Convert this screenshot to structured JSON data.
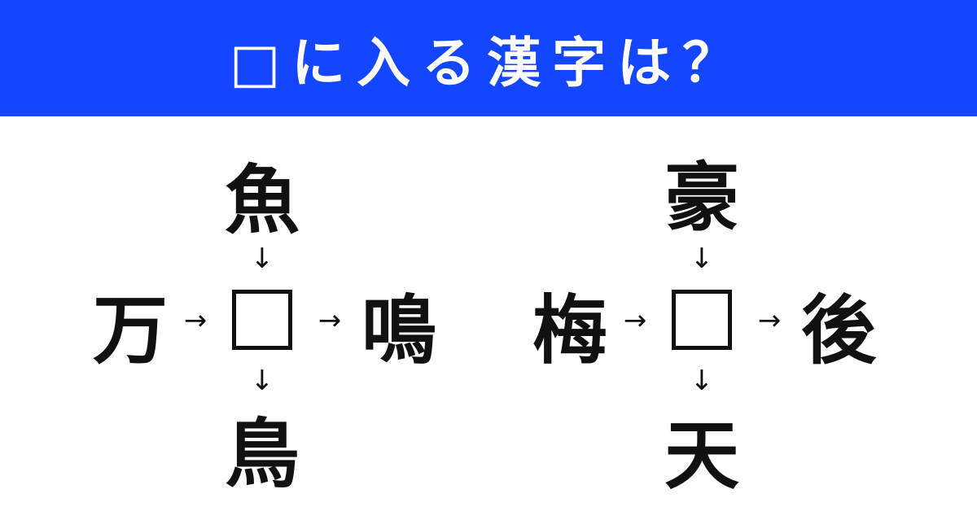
{
  "header": {
    "title": "□に入る漢字は？"
  },
  "puzzles": [
    {
      "top": "魚",
      "left": "万",
      "right": "鳴",
      "bottom": "鳥"
    },
    {
      "top": "豪",
      "left": "梅",
      "right": "後",
      "bottom": "天"
    }
  ],
  "arrows": {
    "down": "↓",
    "right": "→"
  }
}
